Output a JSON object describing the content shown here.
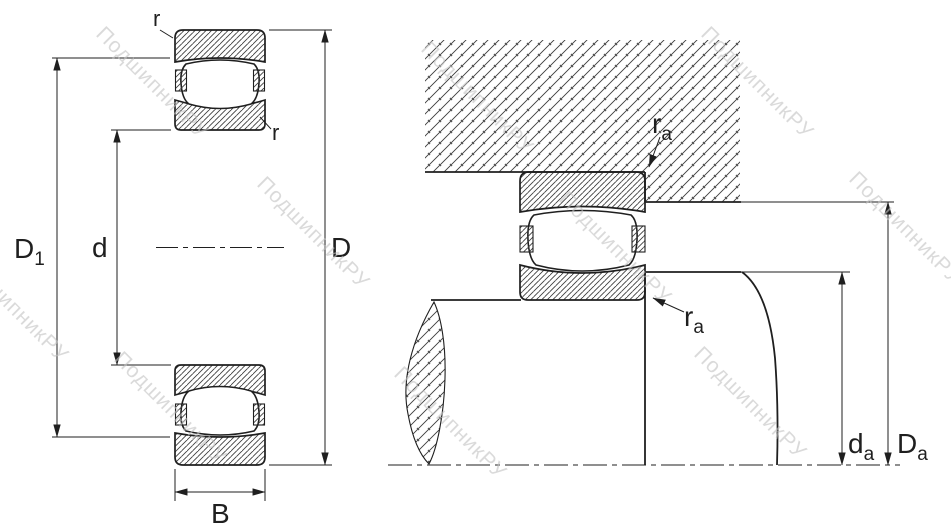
{
  "watermark": {
    "text": "ПодшипникРУ"
  },
  "left_view": {
    "fillet": "r",
    "dim_D1": {
      "base": "D",
      "sub": "1"
    },
    "dim_d": "d",
    "dim_D": "D",
    "dim_B": "B"
  },
  "right_view": {
    "fillet_ra": {
      "base": "r",
      "sub": "a"
    },
    "dim_da": {
      "base": "d",
      "sub": "a"
    },
    "dim_Da": {
      "base": "D",
      "sub": "a"
    }
  },
  "colors": {
    "line": "#1f1f1f",
    "hatch": "#3c3c3c",
    "watermark": "#c3c3c3",
    "background": "#ffffff"
  }
}
